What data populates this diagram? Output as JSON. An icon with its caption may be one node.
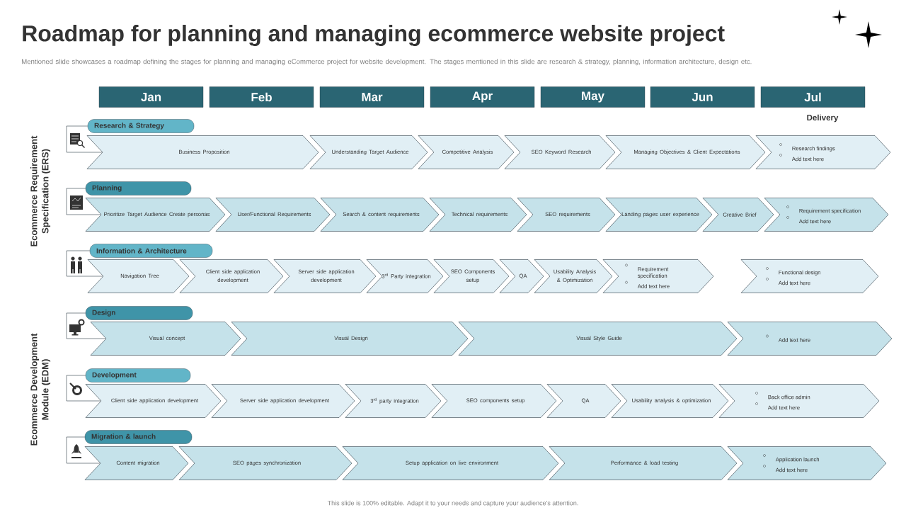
{
  "diagram": {
    "title": "Roadmap for planning and managing ecommerce website project",
    "nodes": [
      {
        "text": [
          "Jan"
        ]
      },
      {
        "text": [
          "Feb"
        ]
      },
      {
        "text": [
          "Mar"
        ]
      },
      {
        "text": [
          "Apr"
        ]
      },
      {
        "text": [
          "May"
        ]
      },
      {
        "text": [
          "Jun"
        ]
      },
      {
        "text": [
          "Jul"
        ]
      },
      {
        "text": [
          "Research & Strategy"
        ]
      },
      {
        "text": [
          "Business Proposition"
        ]
      },
      {
        "text": [
          "Understanding Target Audience"
        ]
      },
      {
        "text": [
          "Competitive Analysis"
        ]
      },
      {
        "text": [
          "SEO Keyword Research"
        ]
      },
      {
        "text": [
          "Managing Objectives & Client Expectations"
        ]
      },
      {
        "text": [
          "Research findings",
          "Add text here"
        ]
      },
      {
        "text": [
          "Planning"
        ]
      },
      {
        "text": [
          "Prioritize Target Audience Create personas"
        ]
      },
      {
        "text": [
          "User/Functional Requirements"
        ]
      },
      {
        "text": [
          "Search & content requirements"
        ]
      },
      {
        "text": [
          "Technical requirements"
        ]
      },
      {
        "text": [
          "SEO requirements"
        ]
      },
      {
        "text": [
          "Landing pages user experience"
        ]
      },
      {
        "text": [
          "Creative Brief"
        ]
      },
      {
        "text": [
          "Requirement specification",
          "Add text here"
        ]
      },
      {
        "text": [
          "Information & Architecture"
        ]
      },
      {
        "text": [
          "Navigation Tree"
        ]
      },
      {
        "text": [
          "Client side application development"
        ]
      },
      {
        "text": [
          "Server side application development"
        ]
      },
      {
        "text": [
          "3$^{rd}$ Party integration"
        ]
      },
      {
        "text": [
          "SEO Components setup"
        ]
      },
      {
        "text": [
          "QA"
        ]
      },
      {
        "text": [
          "Usability Analysis & Optimization"
        ]
      },
      {
        "text": [
          "Requirement specification",
          "Add text here"
        ]
      },
      {
        "text": [
          "Functional design",
          "Add text here"
        ]
      },
      {
        "text": [
          "Design"
        ]
      },
      {
        "text": [
          "Visual concept"
        ]
      },
      {
        "text": [
          "Visual Design"
        ]
      },
      {
        "text": [
          "Visual Style Guide"
        ]
      },
      {
        "text": [
          "Add text here"
        ]
      },
      {
        "text": [
          "Development"
        ]
      },
      {
        "text": [
          "Client side application development"
        ]
      },
      {
        "text": [
          "Server side application development"
        ]
      },
      {
        "text": [
          "3$^{rd}$ party integration"
        ]
      },
      {
        "text": [
          "SEO components setup"
        ]
      },
      {
        "text": [
          "QA"
        ]
      },
      {
        "text": [
          "Usability analysis & optimization"
        ]
      },
      {
        "text": [
          "Back office admin",
          "Add text here"
        ]
      },
      {
        "text": [
          "Migration & launch"
        ]
      },
      {
        "text": [
          "Content migration"
        ]
      },
      {
        "text": [
          "SEO pages synchronization"
        ]
      },
      {
        "text": [
          "Setup application on live environment"
        ]
      },
      {
        "text": [
          "Performance & load testing"
        ]
      },
      {
        "text": [
          "Application launch",
          "Add text here"
        ]
      }
    ],
    "edges": [
      {
        "from": 7,
        "to": 8,
        "arrow": "none"
      },
      {
        "from": 14,
        "to": 15,
        "arrow": "none"
      },
      {
        "from": 23,
        "to": 24,
        "arrow": "none"
      },
      {
        "from": 33,
        "to": 34,
        "arrow": "none"
      },
      {
        "from": 38,
        "to": 39,
        "arrow": "none"
      },
      {
        "from": 46,
        "to": 47,
        "arrow": "none"
      }
    ],
    "labels": [
      "Mentioned slide showcases a roadmap defining the stages for planning and managing eCommerce project for website development. The stages mentioned in this slide are research & strategy, planning, information architecture, design etc.",
      "Delivery",
      "Ecommerce Requirement Specification (ERS)",
      "Ecommerce Development Module (EDM)",
      "This slide is 100% editable. Adapt it to your needs and capture your audience's attention."
    ]
  }
}
